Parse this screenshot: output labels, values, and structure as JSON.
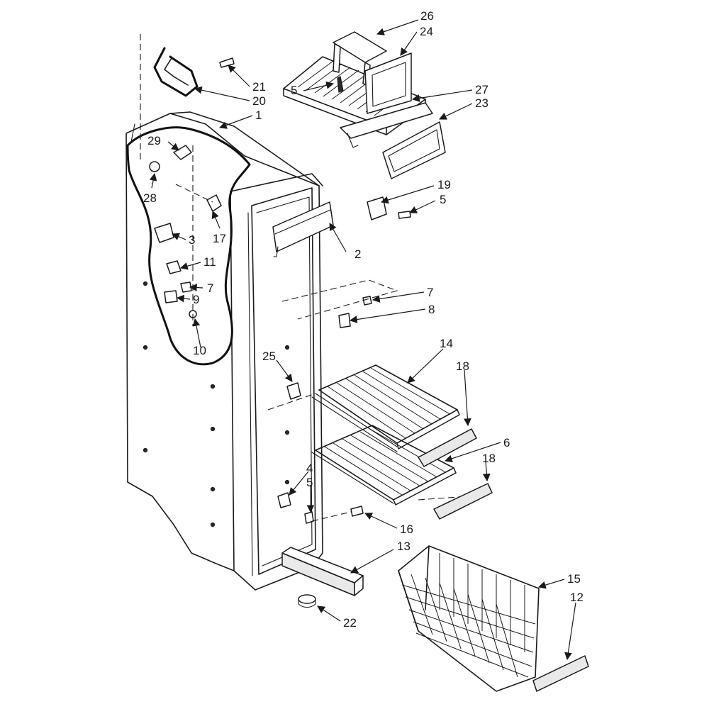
{
  "colors": {
    "ink": "#1a1a1a",
    "paper": "#ffffff"
  },
  "callouts": {
    "c26": "26",
    "c24": "24",
    "c5a": "5",
    "c27": "27",
    "c23": "23",
    "c21": "21",
    "c20": "20",
    "c1": "1",
    "c29": "29",
    "c28": "28",
    "c19": "19",
    "c5b": "5",
    "c17": "17",
    "c3": "3",
    "c2": "2",
    "c11": "11",
    "c7a": "7",
    "c9": "9",
    "c7b": "7",
    "c8": "8",
    "c10": "10",
    "c14": "14",
    "c18a": "18",
    "c25": "25",
    "c6": "6",
    "c18b": "18",
    "c4": "4",
    "c5c": "5",
    "c16": "16",
    "c13": "13",
    "c15": "15",
    "c12": "12",
    "c22": "22"
  }
}
